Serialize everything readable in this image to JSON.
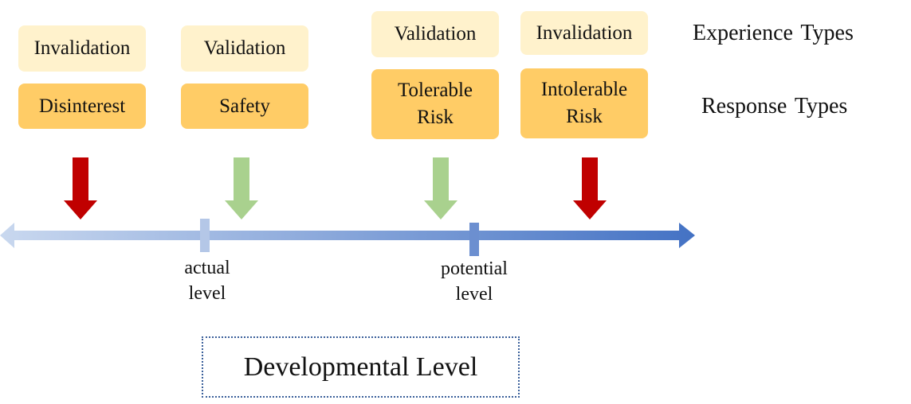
{
  "row_labels": {
    "experience": "Experience Types",
    "response": "Response Types"
  },
  "stages": [
    {
      "experience": "Invalidation",
      "response": "Disinterest",
      "response_line2": "",
      "arrow_color": "#C00000"
    },
    {
      "experience": "Validation",
      "response": "Safety",
      "response_line2": "",
      "arrow_color": "#A9D18E"
    },
    {
      "experience": "Validation",
      "response": "Tolerable",
      "response_line2": "Risk",
      "arrow_color": "#A9D18E"
    },
    {
      "experience": "Invalidation",
      "response": "Intolerable",
      "response_line2": "Risk",
      "arrow_color": "#C00000"
    }
  ],
  "levels": {
    "actual_line1": "actual",
    "actual_line2": "level",
    "potential_line1": "potential",
    "potential_line2": "level"
  },
  "title": "Developmental Level",
  "colors": {
    "experience_box": "#FFF2CC",
    "response_box": "#FFCC66",
    "axis_start": "#C9D8EF",
    "axis_end": "#4472C4",
    "invalidation_arrow": "#C00000",
    "validation_arrow": "#A9D18E"
  }
}
